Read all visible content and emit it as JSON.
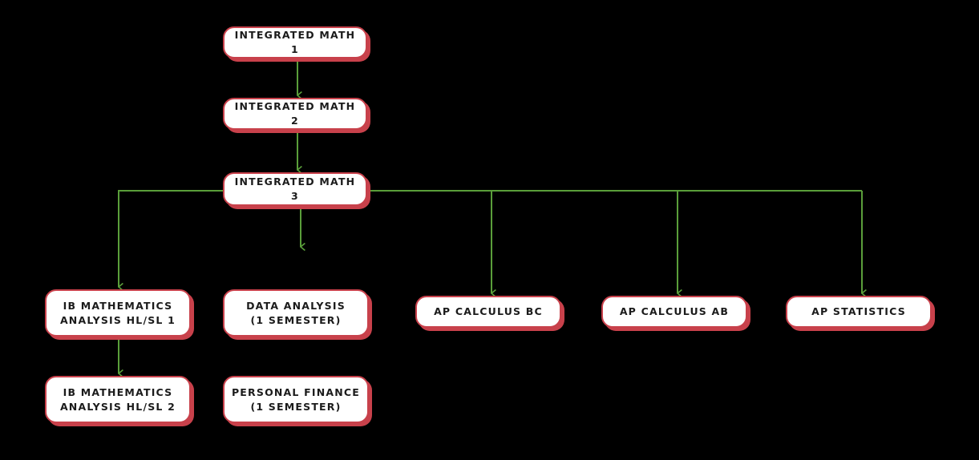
{
  "colors": {
    "background": "#000000",
    "node_fill": "#ffffff",
    "node_border": "#c8414b",
    "connector": "#5a9e3a",
    "text": "#1b1b1b"
  },
  "nodes": {
    "integrated_math_1": "INTEGRATED MATH 1",
    "integrated_math_2": "INTEGRATED MATH 2",
    "integrated_math_3": "INTEGRATED MATH 3",
    "ib_math_analysis_1": "IB MATHEMATICS\nANALYSIS HL/SL 1",
    "ib_math_analysis_2": "IB MATHEMATICS\nANALYSIS HL/SL 2",
    "data_analysis": "DATA ANALYSIS\n(1 SEMESTER)",
    "personal_finance": "PERSONAL FINANCE\n(1 SEMESTER)",
    "ap_calculus_bc": "AP CALCULUS BC",
    "ap_calculus_ab": "AP CALCULUS AB",
    "ap_statistics": "AP STATISTICS"
  },
  "edges": [
    {
      "from": "integrated_math_1",
      "to": "integrated_math_2"
    },
    {
      "from": "integrated_math_2",
      "to": "integrated_math_3"
    },
    {
      "from": "integrated_math_3",
      "to": "ib_math_analysis_1"
    },
    {
      "from": "integrated_math_3",
      "to": "data_analysis"
    },
    {
      "from": "integrated_math_3",
      "to": "ap_calculus_bc"
    },
    {
      "from": "integrated_math_3",
      "to": "ap_calculus_ab"
    },
    {
      "from": "integrated_math_3",
      "to": "ap_statistics"
    },
    {
      "from": "ib_math_analysis_1",
      "to": "ib_math_analysis_2"
    }
  ]
}
